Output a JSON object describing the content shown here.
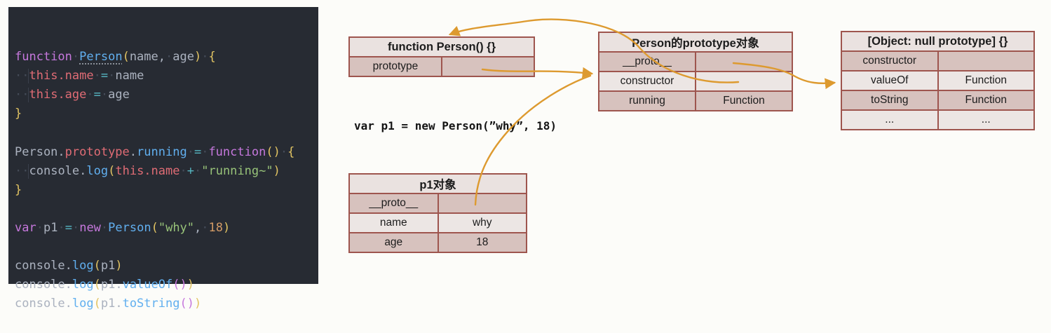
{
  "palette": {
    "editor_bg": "#272b33",
    "keyword": "#c678dd",
    "function": "#61afef",
    "property": "#e06c75",
    "operator": "#56b6c2",
    "string": "#98c379",
    "number": "#d19a66",
    "plain": "#abb2bf",
    "bracket1": "#e2c463",
    "bracket2": "#c678dd",
    "whitespace_dot": "#454c59",
    "table_border": "#9e554e",
    "table_header_bg": "#eae2e0",
    "table_row_dark": "#d7c2be",
    "table_row_light": "#ece6e4",
    "arrow": "#dd9a2f"
  },
  "editor": {
    "lines": [
      {
        "tokens": [
          {
            "s": "kw",
            "t": "function "
          },
          {
            "s": "fnu",
            "t": "Person"
          },
          {
            "s": "b1",
            "t": "("
          },
          {
            "s": "plain",
            "t": "name, age"
          },
          {
            "s": "b1",
            "t": ")"
          },
          {
            "s": "plain",
            "t": " "
          },
          {
            "s": "b1",
            "t": "{"
          }
        ]
      },
      {
        "guide": true,
        "tokens": [
          {
            "s": "plain",
            "t": "  "
          },
          {
            "s": "prop",
            "t": "this.name"
          },
          {
            "s": "plain",
            "t": " "
          },
          {
            "s": "op",
            "t": "="
          },
          {
            "s": "plain",
            "t": " name"
          }
        ]
      },
      {
        "guide": true,
        "tokens": [
          {
            "s": "plain",
            "t": "  "
          },
          {
            "s": "prop",
            "t": "this.age"
          },
          {
            "s": "plain",
            "t": " "
          },
          {
            "s": "op",
            "t": "="
          },
          {
            "s": "plain",
            "t": " age"
          }
        ]
      },
      {
        "tokens": [
          {
            "s": "b1",
            "t": "}"
          }
        ]
      },
      {
        "tokens": []
      },
      {
        "tokens": [
          {
            "s": "plain",
            "t": "Person."
          },
          {
            "s": "prop",
            "t": "prototype"
          },
          {
            "s": "plain",
            "t": "."
          },
          {
            "s": "fn",
            "t": "running"
          },
          {
            "s": "plain",
            "t": " "
          },
          {
            "s": "op",
            "t": "="
          },
          {
            "s": "plain",
            "t": " "
          },
          {
            "s": "kw",
            "t": "function"
          },
          {
            "s": "b1",
            "t": "()"
          },
          {
            "s": "plain",
            "t": " "
          },
          {
            "s": "b1",
            "t": "{"
          }
        ]
      },
      {
        "guide": true,
        "tokens": [
          {
            "s": "plain",
            "t": "  console."
          },
          {
            "s": "fn",
            "t": "log"
          },
          {
            "s": "b1",
            "t": "("
          },
          {
            "s": "prop",
            "t": "this.name"
          },
          {
            "s": "plain",
            "t": " "
          },
          {
            "s": "op",
            "t": "+"
          },
          {
            "s": "plain",
            "t": " "
          },
          {
            "s": "str",
            "t": "\"running~\""
          },
          {
            "s": "b1",
            "t": ")"
          }
        ]
      },
      {
        "tokens": [
          {
            "s": "b1",
            "t": "}"
          }
        ]
      },
      {
        "tokens": []
      },
      {
        "tokens": [
          {
            "s": "kw",
            "t": "var"
          },
          {
            "s": "plain",
            "t": " p1 "
          },
          {
            "s": "op",
            "t": "="
          },
          {
            "s": "plain",
            "t": " "
          },
          {
            "s": "kw",
            "t": "new"
          },
          {
            "s": "plain",
            "t": " "
          },
          {
            "s": "fn",
            "t": "Person"
          },
          {
            "s": "b1",
            "t": "("
          },
          {
            "s": "str",
            "t": "\"why\""
          },
          {
            "s": "plain",
            "t": ", "
          },
          {
            "s": "num",
            "t": "18"
          },
          {
            "s": "b1",
            "t": ")"
          }
        ]
      },
      {
        "tokens": []
      },
      {
        "tokens": [
          {
            "s": "plain",
            "t": "console."
          },
          {
            "s": "fn",
            "t": "log"
          },
          {
            "s": "b1",
            "t": "("
          },
          {
            "s": "plain",
            "t": "p1"
          },
          {
            "s": "b1",
            "t": ")"
          }
        ]
      },
      {
        "tokens": [
          {
            "s": "plain",
            "t": "console."
          },
          {
            "s": "fn",
            "t": "log"
          },
          {
            "s": "b1",
            "t": "("
          },
          {
            "s": "plain",
            "t": "p1."
          },
          {
            "s": "fn",
            "t": "valueOf"
          },
          {
            "s": "b2",
            "t": "()"
          },
          {
            "s": "b1",
            "t": ")"
          }
        ]
      },
      {
        "tokens": [
          {
            "s": "plain",
            "t": "console."
          },
          {
            "s": "fn",
            "t": "log"
          },
          {
            "s": "b1",
            "t": "("
          },
          {
            "s": "plain",
            "t": "p1."
          },
          {
            "s": "fn",
            "t": "toString"
          },
          {
            "s": "b2",
            "t": "()"
          },
          {
            "s": "b1",
            "t": ")"
          }
        ]
      }
    ]
  },
  "diagram": {
    "statement": "var p1 = new Person(”why”, 18)",
    "tables": [
      {
        "id": "function-person",
        "title": "function Person() {}",
        "rows": [
          [
            "prototype",
            ""
          ]
        ]
      },
      {
        "id": "person-prototype",
        "title": "Person的prototype对象",
        "rows": [
          [
            "__proto__",
            ""
          ],
          [
            "constructor",
            ""
          ],
          [
            "running",
            "Function"
          ]
        ]
      },
      {
        "id": "object-null-prototype",
        "title": "[Object: null prototype] {}",
        "rows": [
          [
            "constructor",
            ""
          ],
          [
            "valueOf",
            "Function"
          ],
          [
            "toString",
            "Function"
          ],
          [
            "...",
            "..."
          ]
        ]
      },
      {
        "id": "p1-object",
        "title": "p1对象",
        "rows": [
          [
            "__proto__",
            ""
          ],
          [
            "name",
            "why"
          ],
          [
            "age",
            "18"
          ]
        ]
      }
    ],
    "arrows": [
      {
        "name": "constructor-to-function-arrow",
        "from": "person-prototype.constructor",
        "to": "function-person"
      },
      {
        "name": "prototype-to-prototype-object-arrow",
        "from": "function-person.prototype",
        "to": "person-prototype"
      },
      {
        "name": "p1-proto-to-prototype-object-arrow",
        "from": "p1-object.__proto__",
        "to": "person-prototype"
      },
      {
        "name": "proto-to-object-null-prototype-arrow",
        "from": "person-prototype.__proto__",
        "to": "object-null-prototype"
      }
    ]
  }
}
